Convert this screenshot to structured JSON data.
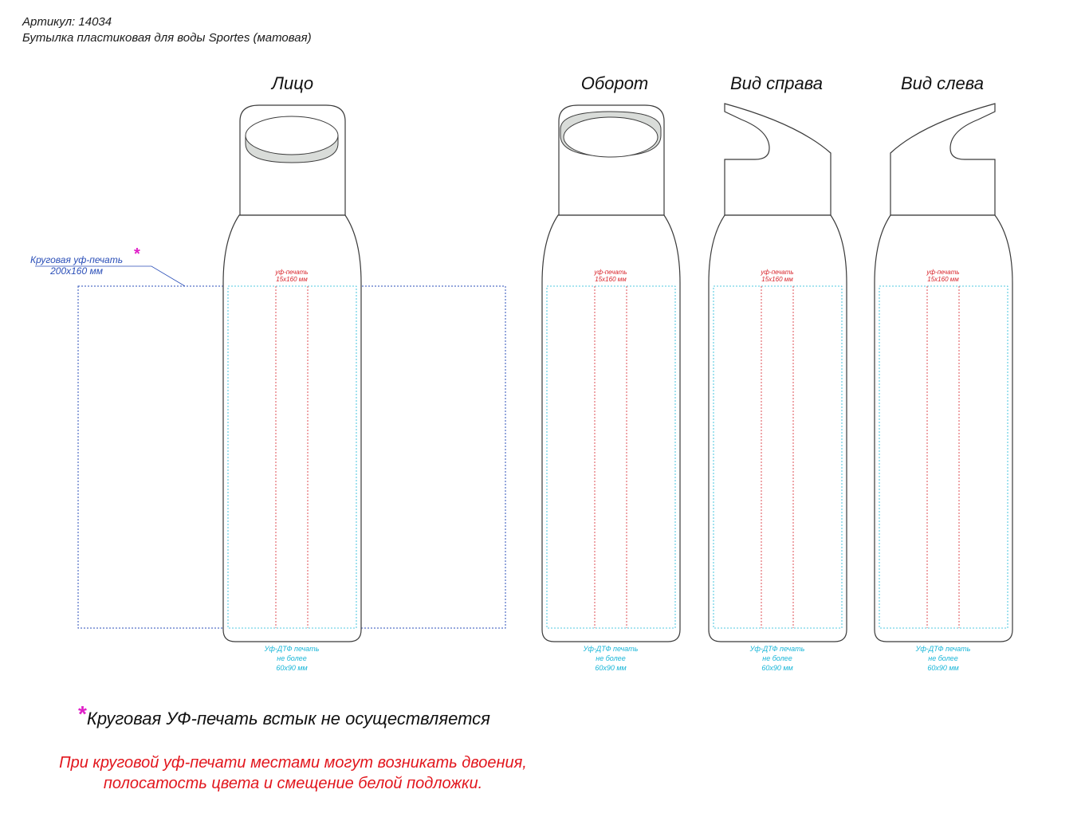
{
  "header": {
    "article": "Артикул: 14034",
    "title": "Бутылка пластиковая для воды Sportes (матовая)"
  },
  "views": [
    {
      "title": "Лицо"
    },
    {
      "title": "Оборот"
    },
    {
      "title": "Вид справа"
    },
    {
      "title": "Вид слева"
    }
  ],
  "labels": {
    "uv_line1": "уф-печать",
    "uv_line2": "15x160 мм",
    "dtf_line1": "Уф-ДТФ печать",
    "dtf_line2": "не более",
    "dtf_line3": "60x90 мм",
    "circular_line1": "Круговая уф-печать",
    "circular_line2": "200x160 мм",
    "star": "*"
  },
  "notes": {
    "circular_note": "Круговая УФ-печать встык не осуществляется",
    "warning_line1": "При круговой уф-печати местами могут возникать двоения,",
    "warning_line2": "полосатость цвета и смещение белой подложки."
  },
  "colors": {
    "outline": "#3a3a3a",
    "uv_zone": "#d8232a",
    "dtf_zone": "#19b6d8",
    "circular_zone": "#2b4fb8",
    "cap_inner": "#d9dcd9",
    "star": "#e020c8",
    "warning": "#e2161d"
  }
}
